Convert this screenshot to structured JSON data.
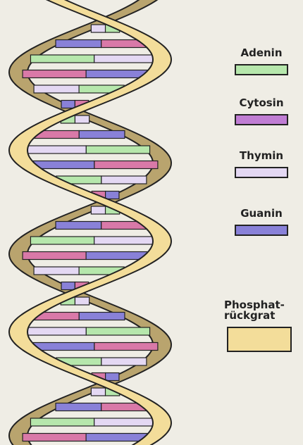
{
  "legend": [
    {
      "label": "Adenin",
      "color": "#b6e7ac"
    },
    {
      "label": "Cytosin",
      "color": "#c07dd4"
    },
    {
      "label": "Thymin",
      "color": "#e4d8f3"
    },
    {
      "label": "Guanin",
      "color": "#8981d8"
    },
    {
      "label": "Phosphat-\nrückgrat",
      "color": "#f3dd9a"
    }
  ],
  "colors": {
    "adenine": "#b6e7ac",
    "cytosine": "#c07dd4",
    "thymine": "#e4d8f3",
    "guanine": "#8981d8",
    "cytosine_pair": "#d979a8",
    "backbone_front": "#f3dd9a",
    "backbone_back": "#b9a46e",
    "outline": "#222222",
    "background": "#efede5"
  }
}
